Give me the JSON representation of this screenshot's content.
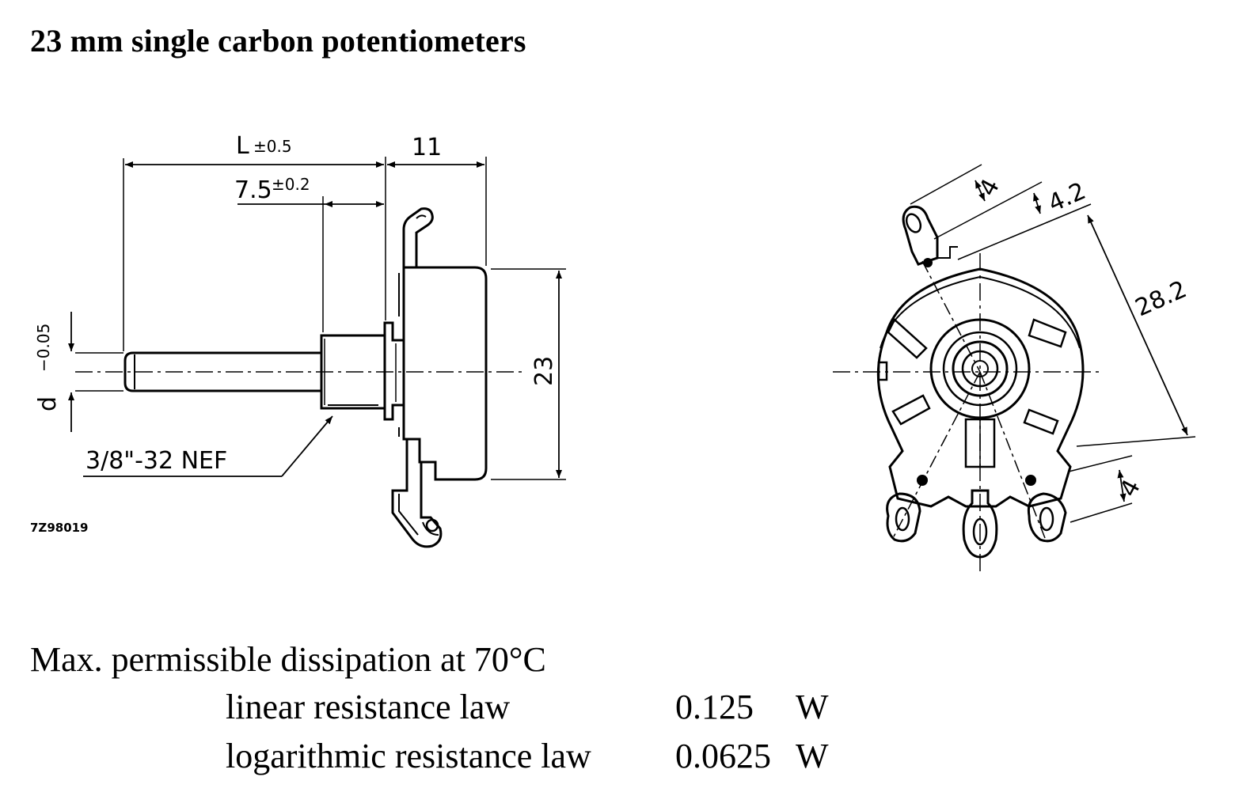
{
  "title": "23 mm single carbon potentiometers",
  "drawing": {
    "code": "7Z98019",
    "side_view": {
      "dim_L": "L",
      "dim_L_tol": "±0.5",
      "dim_75": "7.5",
      "dim_75_tol": "±0.2",
      "dim_11": "11",
      "dim_23": "23",
      "dim_d": "d",
      "dim_d_tol": "−0.05",
      "thread_label": "3/8\"-32 NEF"
    },
    "front_view": {
      "dim_4a": "4",
      "dim_42": "4.2",
      "dim_282": "28.2",
      "dim_4b": "4"
    }
  },
  "specs": {
    "heading": "Max. permissible dissipation at 70°C",
    "rows": [
      {
        "label": "linear resistance law",
        "value": "0.125",
        "unit": "W"
      },
      {
        "label": "logarithmic resistance law",
        "value": "0.0625",
        "unit": "W"
      }
    ]
  }
}
